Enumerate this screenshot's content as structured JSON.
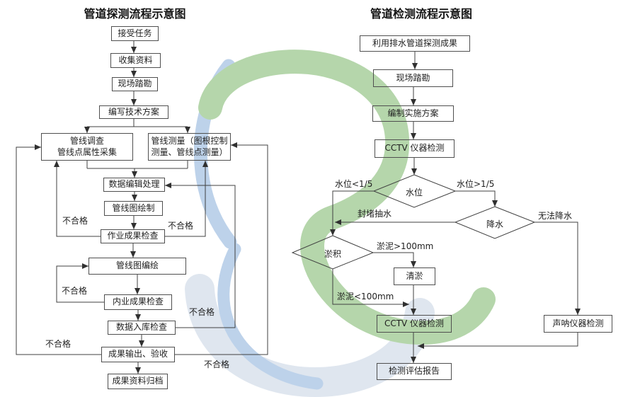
{
  "left_chart": {
    "title": "管道探测流程示意图",
    "boxes": [
      {
        "label": "接受任务"
      },
      {
        "label": "收集资料"
      },
      {
        "label": "现场踏勘"
      },
      {
        "label": "编写技术方案"
      },
      {
        "label": "管线调查\n管线点属性采集"
      },
      {
        "label": "管线测量（图根控制\n测量、管线点测量）"
      },
      {
        "label": "数据编辑处理"
      },
      {
        "label": "管线图绘制"
      },
      {
        "label": "作业成果检查"
      },
      {
        "label": "管线图编绘"
      },
      {
        "label": "内业成果检查"
      },
      {
        "label": "数据入库检查"
      },
      {
        "label": "成果输出、验收"
      },
      {
        "label": "成果资料归档"
      }
    ],
    "edge_labels": [
      {
        "label": "不合格"
      },
      {
        "label": "不合格"
      },
      {
        "label": "不合格"
      },
      {
        "label": "不合格"
      },
      {
        "label": "不合格"
      },
      {
        "label": "不合格"
      }
    ]
  },
  "right_chart": {
    "title": "管道检测流程示意图",
    "boxes": [
      {
        "label": "利用排水管道探测成果"
      },
      {
        "label": "现场踏勘"
      },
      {
        "label": "编制实施方案"
      },
      {
        "label": "CCTV 仪器检测"
      },
      {
        "label": "清淤"
      },
      {
        "label": "CCTV 仪器检测"
      },
      {
        "label": "声呐仪器检测"
      },
      {
        "label": "检测评估报告"
      }
    ],
    "decisions": [
      {
        "label": "水位"
      },
      {
        "label": "降水"
      },
      {
        "label": "淤积"
      }
    ],
    "edge_labels": [
      {
        "label": "水位<1/5"
      },
      {
        "label": "水位>1/5"
      },
      {
        "label": "封堵抽水"
      },
      {
        "label": "无法降水"
      },
      {
        "label": "淤泥>100mm"
      },
      {
        "label": "淤泥<100mm"
      }
    ]
  },
  "colors": {
    "line": "#404040",
    "box_border": "#4f4f4f",
    "text": "#1f1f1f",
    "watermark_green": "#b5d6ab",
    "watermark_blue": "#bdd2ea",
    "watermark_ring": "#dfe6ef"
  }
}
